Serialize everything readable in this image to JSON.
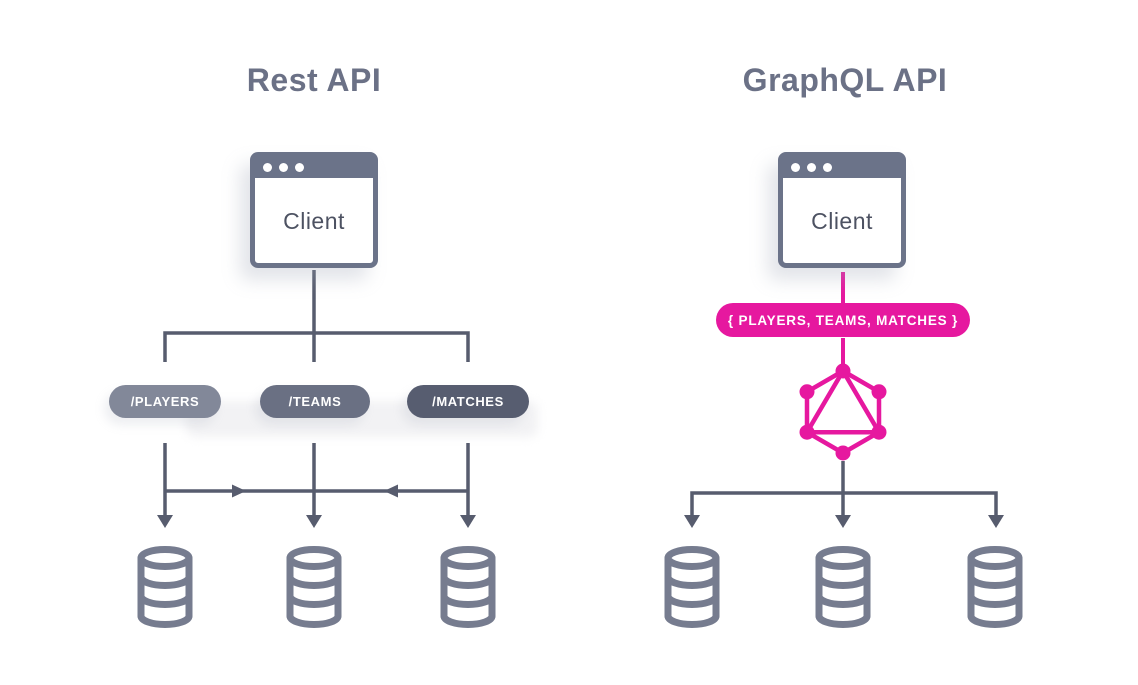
{
  "rest": {
    "title": "Rest API",
    "client_label": "Client",
    "endpoints": [
      {
        "label": "/PLAYERS",
        "color": "#828899"
      },
      {
        "label": "/TEAMS",
        "color": "#6a7083"
      },
      {
        "label": "/MATCHES",
        "color": "#575d70"
      }
    ],
    "database_count": 3
  },
  "graphql": {
    "title": "GraphQL API",
    "client_label": "Client",
    "query_label": "{ PLAYERS, TEAMS, MATCHES }",
    "database_count": 3
  },
  "icons": {
    "window_dots": "window-control-dots",
    "database": "database-cylinder-icon",
    "graphql_logo": "graphql-hexagon-logo"
  },
  "colors": {
    "title": "#6b7186",
    "window_frame": "#6b7389",
    "client_text": "#4d5262",
    "connector": "#575c6e",
    "database": "#767c8f",
    "pink": "#e6189f",
    "white": "#ffffff"
  }
}
